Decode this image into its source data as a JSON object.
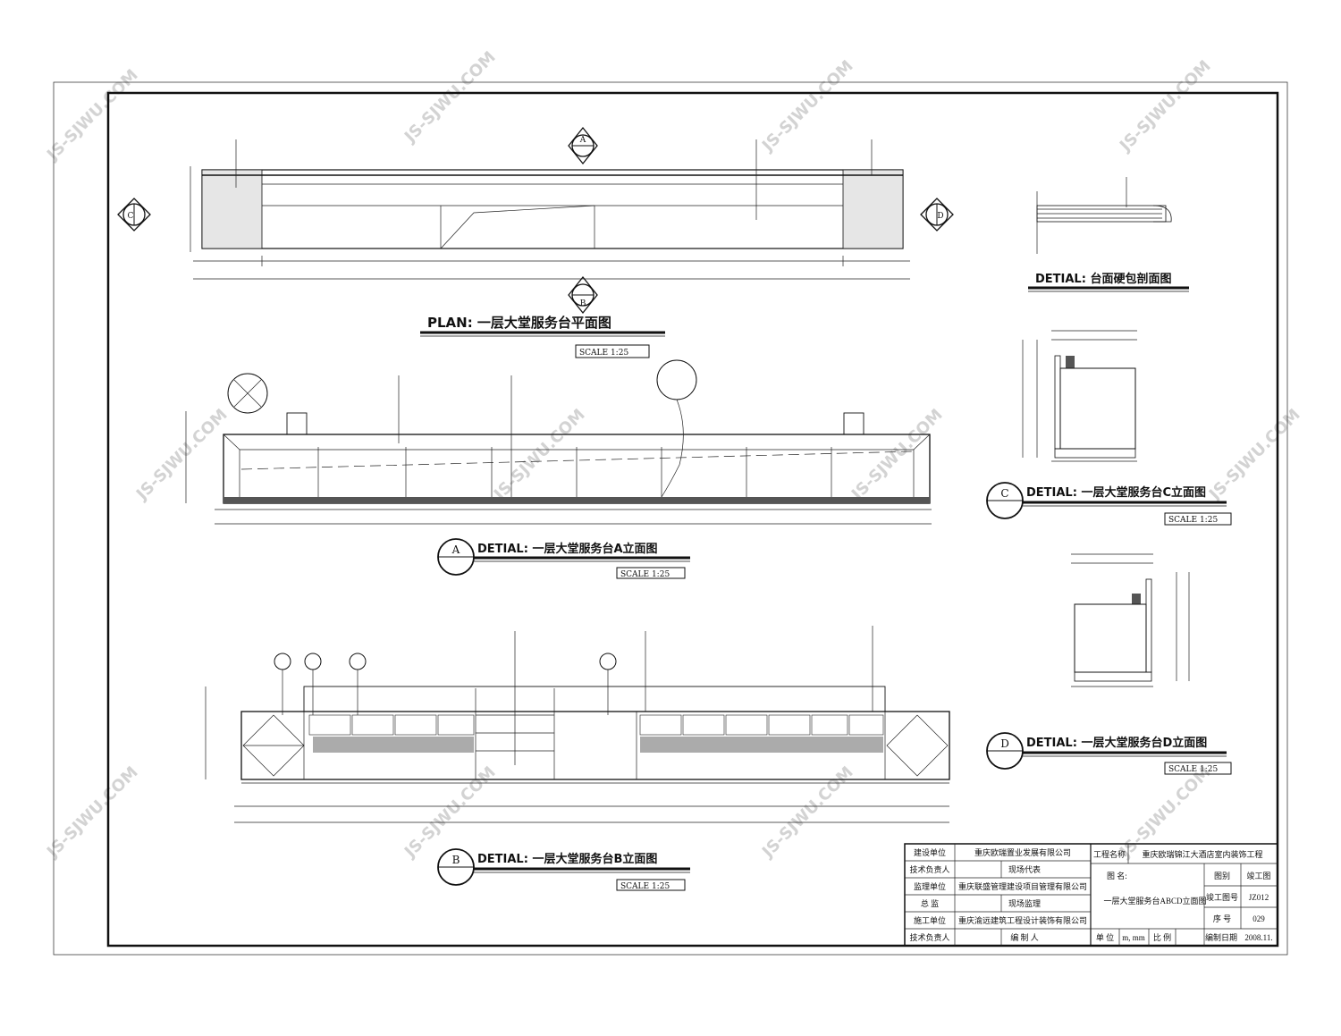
{
  "titles": {
    "plan": "PLAN: 一层大堂服务台平面图",
    "elev_a": "DETIAL: 一层大堂服务台A立面图",
    "elev_b": "DETIAL: 一层大堂服务台B立面图",
    "elev_c": "DETIAL: 一层大堂服务台C立面图",
    "elev_d": "DETIAL: 一层大堂服务台D立面图",
    "section": "DETIAL: 台面硬包剖面图"
  },
  "scale_label": "SCALE   1:25",
  "markers": {
    "a": "A",
    "b": "B",
    "c": "C",
    "d": "D"
  },
  "title_block": {
    "r1": [
      "建设单位",
      "重庆欧瑞置业发展有限公司"
    ],
    "r2": [
      "技术负责人",
      "现场代表"
    ],
    "r3": [
      "监理单位",
      "重庆联盛管理建设项目管理有限公司"
    ],
    "r4": [
      "总  监",
      "现场监理"
    ],
    "r5": [
      "施工单位",
      "重庆渝远建筑工程设计装饰有限公司"
    ],
    "r6": [
      "技术负责人",
      "编 制 人"
    ],
    "project_label": "工程名称",
    "project_name": "重庆欧瑞锦江大酒店室内装饰工程",
    "drawing_label": "图  名:",
    "drawing_name": "一层大堂服务台ABCD立面图",
    "type_label": "图别",
    "type_value": "竣工图",
    "no_label": "竣工图号",
    "no_value": "JZ012",
    "seq_label": "序  号",
    "seq_value": "029",
    "unit_label": "单  位",
    "unit_value": "m, mm",
    "ratio_label": "比  例",
    "date_label": "编制日期",
    "date_value": "2008.11."
  }
}
